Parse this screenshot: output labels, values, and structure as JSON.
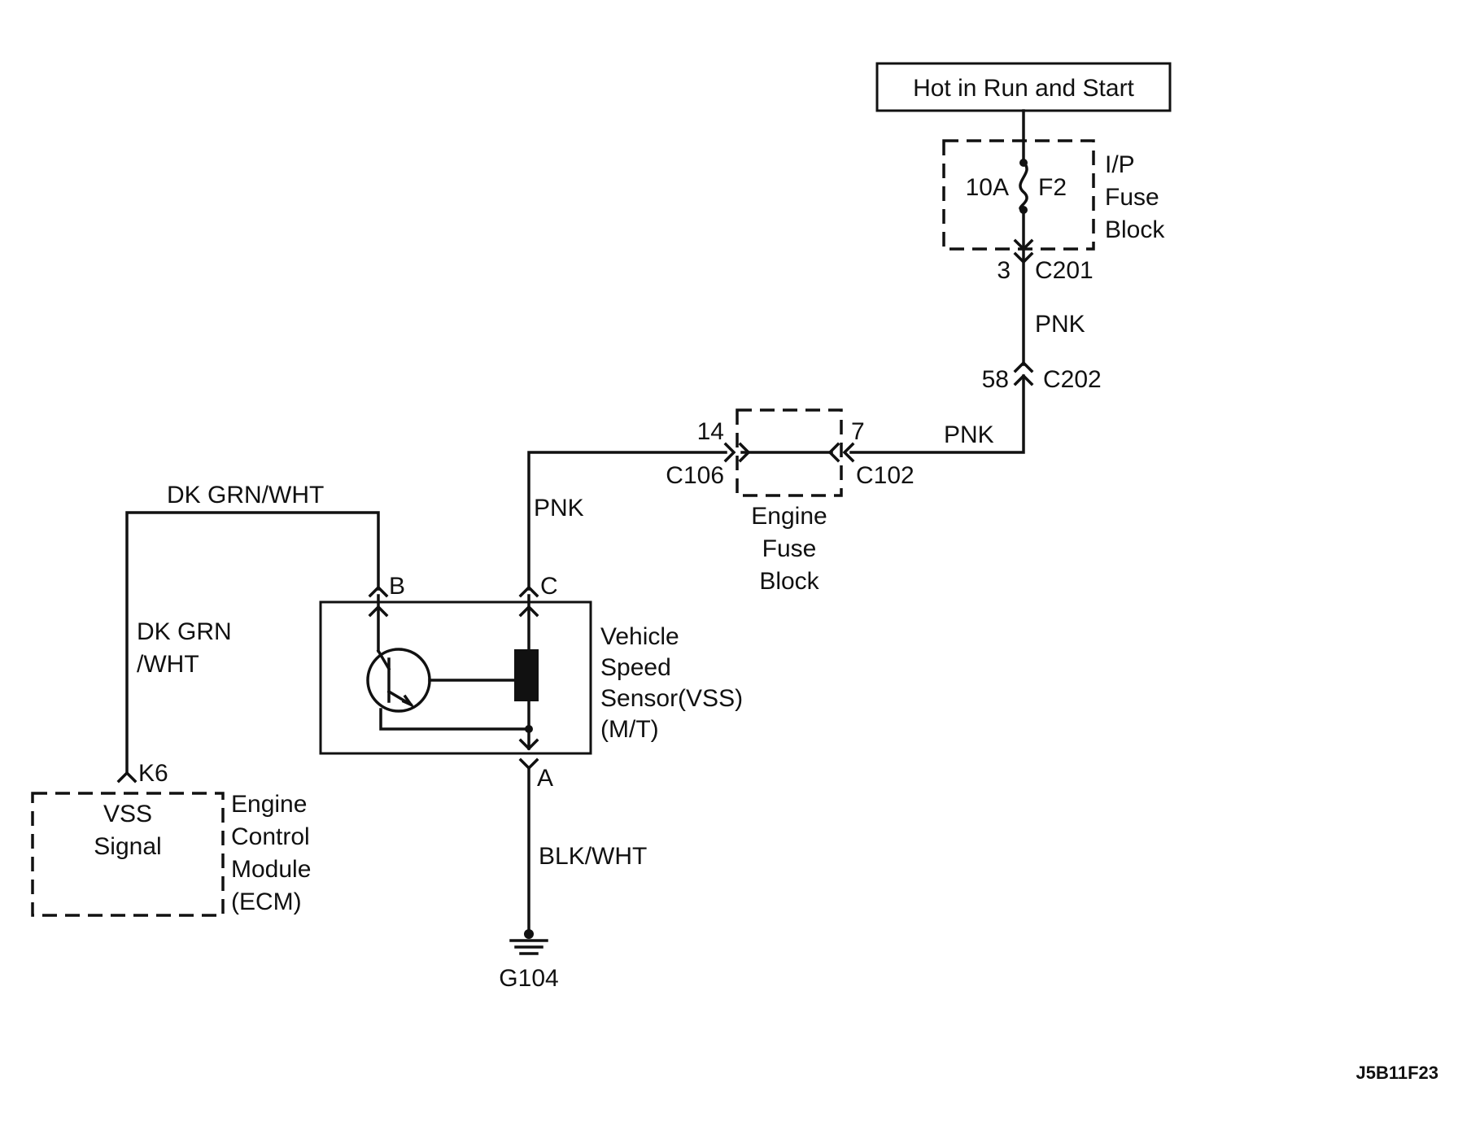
{
  "power": {
    "label": "Hot in Run and Start"
  },
  "ip_fuse_block": {
    "fuse_rating": "10A",
    "fuse_id": "F2",
    "name_lines": [
      "I/P",
      "Fuse",
      "Block"
    ]
  },
  "c201": {
    "pin": "3",
    "name": "C201"
  },
  "c202": {
    "pin": "58",
    "name": "C202"
  },
  "c106": {
    "pin": "14",
    "name": "C106"
  },
  "c102": {
    "pin": "7",
    "name": "C102"
  },
  "engine_fuse_block": {
    "name_lines": [
      "Engine",
      "Fuse",
      "Block"
    ]
  },
  "wires": {
    "pnk_upper": "PNK",
    "pnk_middle": "PNK",
    "pnk_sensor": "PNK",
    "dk_grn_wht_top": "DK GRN/WHT",
    "dk_grn_wht_side_lines": [
      "DK GRN",
      "/WHT"
    ],
    "blk_wht": "BLK/WHT"
  },
  "vss": {
    "pin_b": "B",
    "pin_c": "C",
    "pin_a": "A",
    "name_lines": [
      "Vehicle",
      "Speed",
      "Sensor(VSS)",
      "(M/T)"
    ]
  },
  "ecm": {
    "pin": "K6",
    "signal_lines": [
      "VSS",
      "Signal"
    ],
    "name_lines": [
      "Engine",
      "Control",
      "Module",
      "(ECM)"
    ]
  },
  "ground": {
    "label": "G104"
  },
  "figure_code": "J5B11F23"
}
